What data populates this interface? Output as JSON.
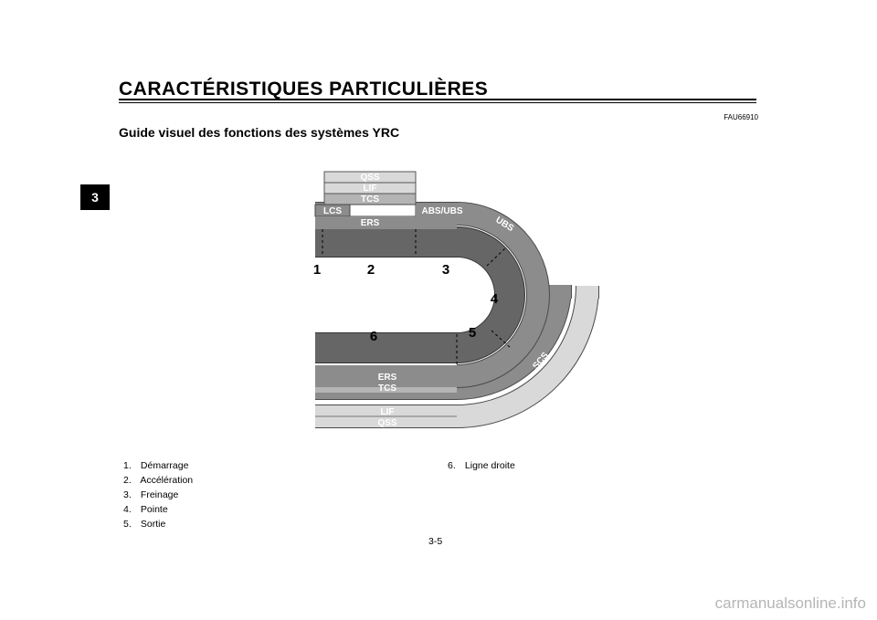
{
  "header": {
    "title": "CARACTÉRISTIQUES PARTICULIÈRES"
  },
  "chapter_tab": "3",
  "ref_code": "FAU66910",
  "section_title": "Guide visuel des fonctions des systèmes YRC",
  "diagram": {
    "bands": {
      "qss_top": "QSS",
      "lif_top": "LIF",
      "tcs_top": "TCS",
      "lcs": "LCS",
      "abs_ubs": "ABS/UBS",
      "ubs": "UBS",
      "ers_top": "ERS",
      "scs": "SCS",
      "ers_bottom": "ERS",
      "tcs_bottom": "TCS",
      "lif_bottom": "LIF",
      "qss_bottom": "QSS"
    },
    "markers": [
      "1",
      "2",
      "3",
      "4",
      "5",
      "6"
    ]
  },
  "legend": [
    {
      "num": "1.",
      "text": "Démarrage"
    },
    {
      "num": "2.",
      "text": "Accélération"
    },
    {
      "num": "3.",
      "text": "Freinage"
    },
    {
      "num": "4.",
      "text": "Pointe"
    },
    {
      "num": "5.",
      "text": "Sortie"
    },
    {
      "num": "6.",
      "text": "Ligne droite"
    }
  ],
  "page_number": "3-5",
  "watermark": "carmanualsonline.info",
  "colors": {
    "track_dark": "#666666",
    "band_mid": "#8c8c8c",
    "band_light": "#b4b4b4",
    "band_pale": "#d9d9d9"
  }
}
